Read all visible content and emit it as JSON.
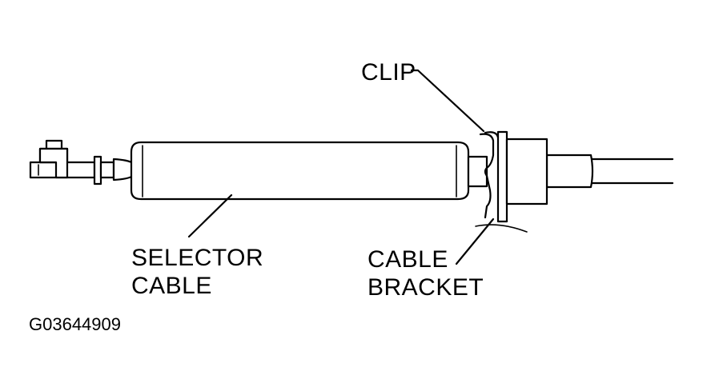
{
  "labels": {
    "clip": "CLIP",
    "selector_line1": "SELECTOR",
    "selector_line2": "CABLE",
    "bracket_line1": "CABLE",
    "bracket_line2": "BRACKET",
    "figure_code": "G03644909"
  },
  "colors": {
    "ink": "#000000",
    "paper": "#ffffff"
  }
}
